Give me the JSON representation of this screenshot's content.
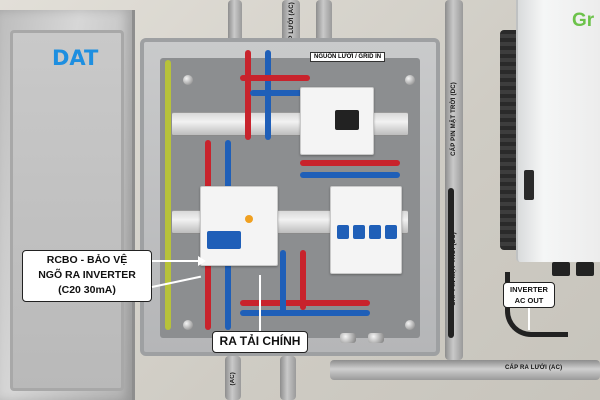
{
  "logo": {
    "text": "DAT",
    "color": "#1e8fe0"
  },
  "inverter": {
    "brand_text": "Gr",
    "brand_color": "#6cc24a"
  },
  "labels": {
    "grid_in": "NGUỒN LƯỚI / GRID IN",
    "rcbo_line1": "RCBO - BẢO VỆ",
    "rcbo_line2": "NGÕ RA INVERTER",
    "rcbo_line3": "(C20 30mA)",
    "load_out": "RA TẢI CHÍNH",
    "inverter_out_line1": "INVERTER",
    "inverter_out_line2": "AC OUT",
    "cable_pv_1": "CÁP PIN MẶT TRỜI (DC)",
    "cable_pv_2": "CÁP PIN MẶT TRỜI (DC)",
    "cable_ac_grid": "CÁP RA LƯỚI (AC)",
    "cable_ac_left": "CÁP LƯỚI (AC)",
    "cable_ac_bottom": "(AC)"
  },
  "colors": {
    "wire_red": "#c8232c",
    "wire_blue": "#1f5fb8",
    "wire_yellow_green": "#b7c23a",
    "breaker_blue": "#1f5fb8"
  }
}
